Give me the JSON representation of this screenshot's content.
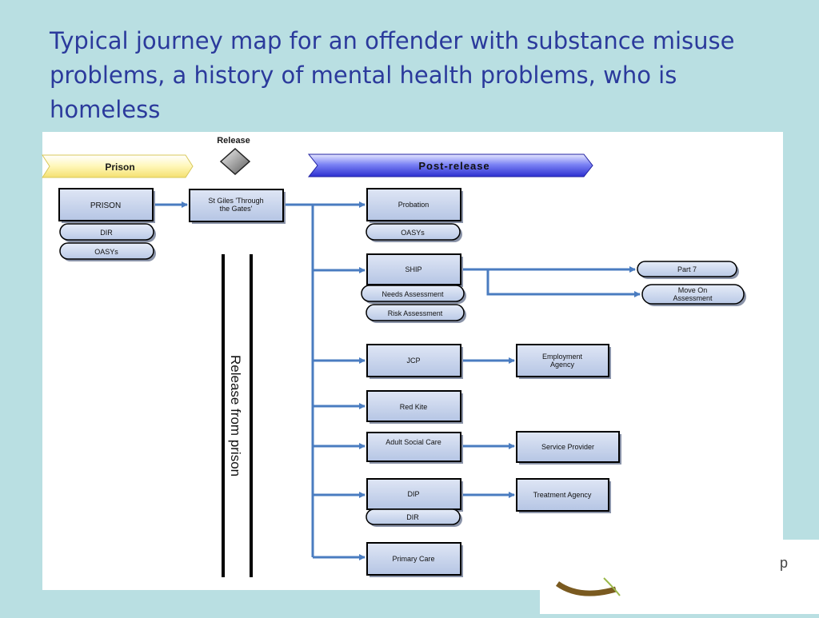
{
  "title": {
    "line1": "Typical journey map for an offender with substance misuse",
    "line2": "problems, a history of mental health problems, who is",
    "line3": "homeless"
  },
  "phases": {
    "prison": "Prison",
    "release": "Release",
    "post_release": "Post-release"
  },
  "vertical_label": "Release from prison",
  "boxes": {
    "prison": "PRISON",
    "st_giles_line1": "St Giles 'Through",
    "st_giles_line2": "the Gates'",
    "probation": "Probation",
    "ship": "SHIP",
    "jcp": "JCP",
    "red_kite": "Red Kite",
    "adult_social_care": "Adult Social Care",
    "dip": "DIP",
    "primary_care": "Primary Care",
    "employment_line1": "Employment",
    "employment_line2": "Agency",
    "service_provider": "Service Provider",
    "treatment_agency": "Treatment Agency"
  },
  "pills": {
    "dir_prison": "DIR",
    "oasys_prison": "OASYs",
    "oasys_probation": "OASYs",
    "needs_assessment": "Needs Assessment",
    "risk_assessment": "Risk Assessment",
    "part7": "Part 7",
    "move_on_line1": "Move On",
    "move_on_line2": "Assessment",
    "dir_dip": "DIR"
  },
  "logo": {
    "letter": "p"
  },
  "colors": {
    "background": "#b9dfe2",
    "title": "#2b3a9c",
    "box_fill": "#c6d2ea",
    "arrow": "#4a7cc0",
    "prison_chevron": "#fff6b0",
    "post_release_chevron": "#3a3fd8"
  }
}
